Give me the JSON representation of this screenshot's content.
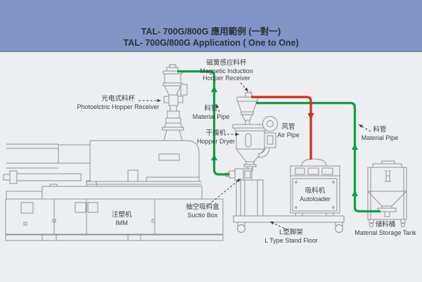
{
  "header": {
    "title_zh": "TAL- 700G/800G 應用範例 (一對一)",
    "title_en": "TAL- 700G/800G Application ( One to One)"
  },
  "labels": {
    "photoelectric": {
      "zh": "光电式料杯",
      "en": "Photoelctric Hopper Receiver"
    },
    "magnetic": {
      "zh": "磁簧感应料杯",
      "en1": "Magnetic Induction",
      "en2": "Hooper Receiver"
    },
    "material_pipe_left": {
      "zh": "料管",
      "en": "Material Pipe"
    },
    "hopper_dryer": {
      "zh": "干燥机",
      "en": "Hopper Dryer"
    },
    "air_pipe": {
      "zh": "风管",
      "en": "Air Pipe"
    },
    "material_pipe_right": {
      "zh": "料管",
      "en": "Material Pipe"
    },
    "autoloader": {
      "zh": "吸料机",
      "en": "Autoloader"
    },
    "suction_box": {
      "zh": "抽空吸料盒",
      "en": "Suctio Box"
    },
    "l_stand": {
      "zh": "L型脚架",
      "en": "L Type Stand Floor"
    },
    "imm": {
      "zh": "注塑机",
      "en": "IMM"
    },
    "storage_tank": {
      "zh": "储料桶",
      "en": "Material Storage Tank"
    }
  },
  "colors": {
    "header_bg": "#8094c6",
    "header_text": "#2b3139",
    "canvas_bg": "#eceef0",
    "line_art": "#8f9296",
    "label_text": "#3d4248",
    "material_pipe": "#0d9e48",
    "air_pipe": "#d52b1e",
    "leader": "#3c4045"
  }
}
